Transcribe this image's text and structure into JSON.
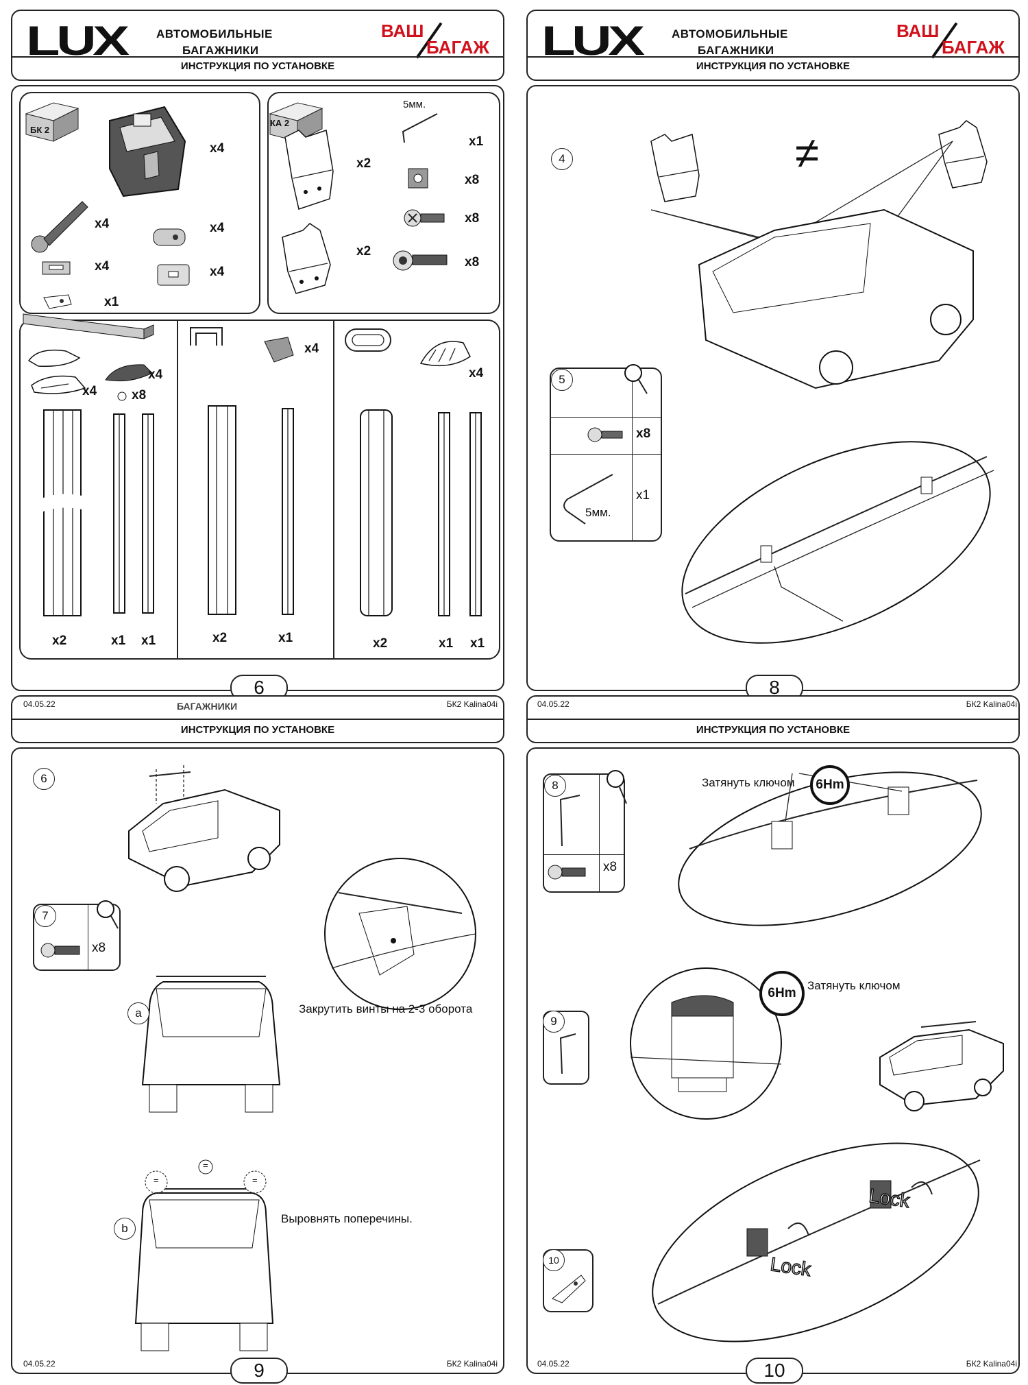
{
  "header": {
    "logo": "LUX",
    "logo_sub_1": "АВТОМОБИЛЬНЫЕ",
    "logo_sub_2": "БАГАЖНИКИ",
    "brand_1": "ВАШ",
    "brand_2": "БАГАЖ",
    "subtitle": "ИНСТРУКЦИЯ ПО УСТАНОВКЕ",
    "partial_text": "БАГАЖНИКИ"
  },
  "footer": {
    "date": "04.05.22",
    "model": "БК2 Kalina04i"
  },
  "page6": {
    "number": "6",
    "box_bk": "БК 2",
    "box_ka": "КА 2",
    "wrench_size": "5мм.",
    "qty": {
      "foot": "x4",
      "bolt": "x4",
      "pin": "x4",
      "clip": "x4",
      "pad": "x4",
      "key": "x1",
      "bracket_a": "x2",
      "bracket_b": "x2",
      "hexkey": "x1",
      "nut": "x8",
      "screw_a": "x8",
      "screw_b": "x8",
      "cap_a": "x4",
      "cap_b": "x4",
      "small_screw": "x8",
      "cap_c": "x4",
      "cap_d": "x4",
      "rail_a": "x2",
      "rail_a1": "x1",
      "rail_a2": "x1",
      "rail_b": "x2",
      "rail_b1": "x1",
      "rail_c": "x2",
      "rail_c1": "x1",
      "rail_c2": "x1"
    }
  },
  "page8": {
    "number": "8",
    "step4": "4",
    "step5": "5",
    "not_equal": "≠",
    "qty_screw": "x8",
    "qty_key": "x1",
    "key_size": "5мм."
  },
  "page9": {
    "number": "9",
    "step6": "6",
    "step7": "7",
    "qty_bolt": "x8",
    "label_a": "a",
    "label_b": "b",
    "text_a": "Закрутить винты на 2-3 оборота",
    "text_b": "Выровнять поперечины.",
    "eq": "="
  },
  "page10": {
    "number": "10",
    "step8": "8",
    "step9": "9",
    "step10": "10",
    "qty_bolt": "x8",
    "tighten_1": "Затянуть ключом",
    "tighten_2": "Затянуть ключом",
    "torque": "6Hm",
    "lock": "Lock"
  }
}
